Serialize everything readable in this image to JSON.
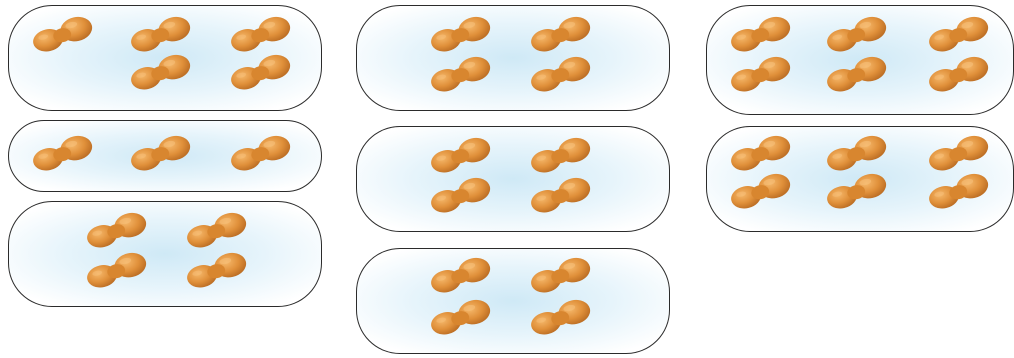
{
  "item_icon": "peanut-icon",
  "colors": {
    "peanut_fill": "#e0903a",
    "peanut_shade": "#b86a22",
    "peanut_highlight": "#f5b76a",
    "outline": "#2b2b2b",
    "group_fill": "#d4ecf8"
  },
  "columns": [
    {
      "groups": [
        {
          "count": 5
        },
        {
          "count": 3
        },
        {
          "count": 4
        }
      ]
    },
    {
      "groups": [
        {
          "count": 4
        },
        {
          "count": 4
        },
        {
          "count": 4
        }
      ]
    },
    {
      "groups": [
        {
          "count": 6
        },
        {
          "count": 6
        }
      ]
    }
  ]
}
